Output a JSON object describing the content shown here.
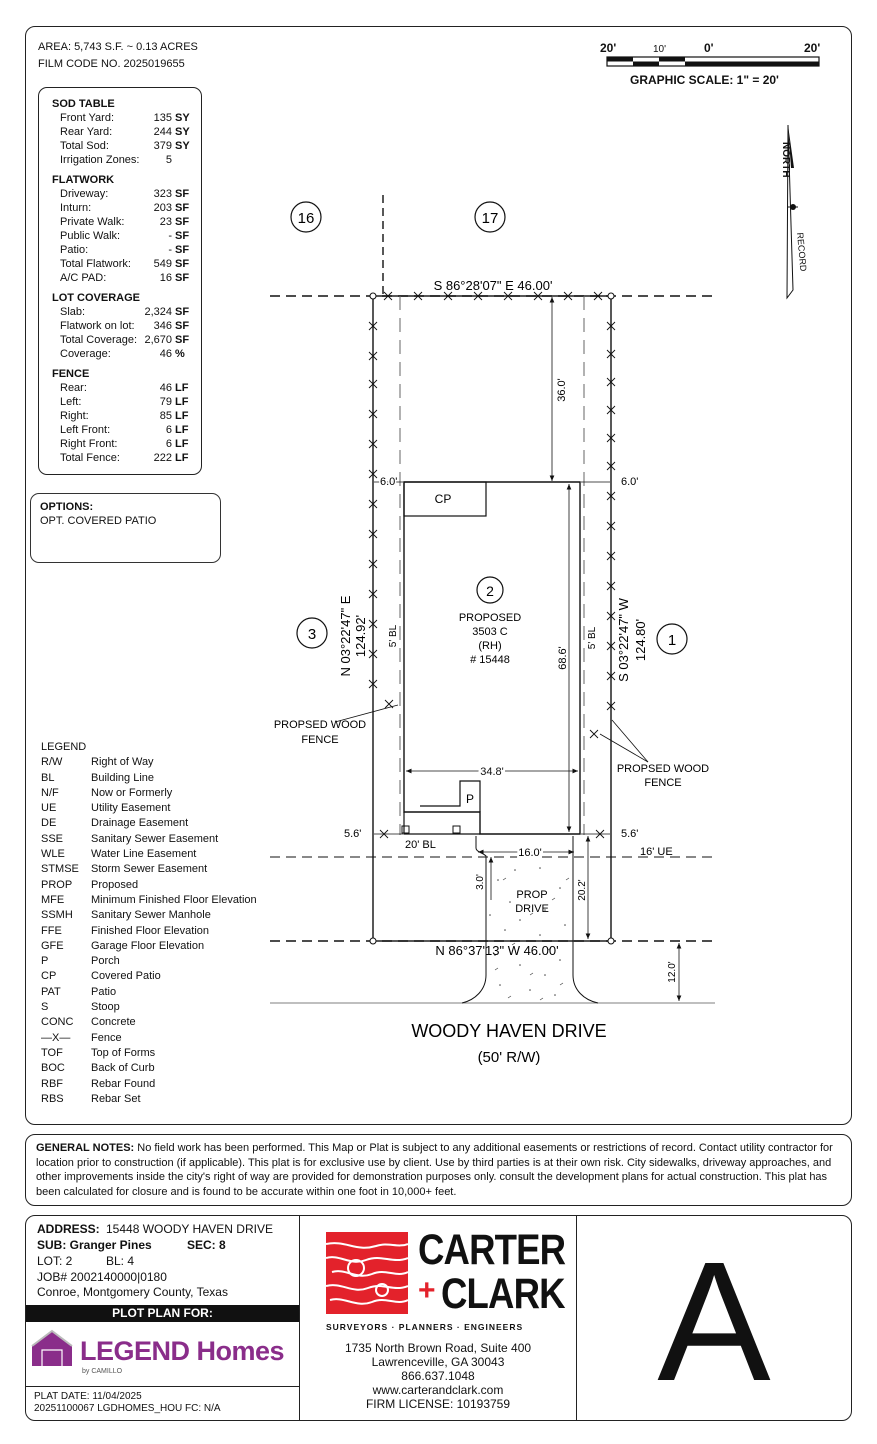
{
  "header": {
    "area": "AREA: 5,743 S.F. ~ 0.13 ACRES",
    "film_code": "FILM CODE NO. 2025019655"
  },
  "scale": {
    "labels": [
      "20'",
      "10'",
      "0'",
      "20'"
    ],
    "caption": "GRAPHIC SCALE: 1\" = 20'"
  },
  "north_arrow": {
    "north": "NORTH",
    "record": "RECORD"
  },
  "sod_table": {
    "sections": [
      {
        "title": "SOD TABLE",
        "rows": [
          {
            "label": "Front Yard:",
            "value": "135",
            "unit": "SY"
          },
          {
            "label": "Rear Yard:",
            "value": "244",
            "unit": "SY"
          },
          {
            "label": "Total Sod:",
            "value": "379",
            "unit": "SY"
          },
          {
            "label": "Irrigation Zones:",
            "value": "5",
            "unit": ""
          }
        ]
      },
      {
        "title": "FLATWORK",
        "rows": [
          {
            "label": "Driveway:",
            "value": "323",
            "unit": "SF"
          },
          {
            "label": "Inturn:",
            "value": "203",
            "unit": "SF"
          },
          {
            "label": "Private Walk:",
            "value": "23",
            "unit": "SF"
          },
          {
            "label": "Public Walk:",
            "value": "-",
            "unit": "SF"
          },
          {
            "label": "Patio:",
            "value": "-",
            "unit": "SF"
          },
          {
            "label": "Total Flatwork:",
            "value": "549",
            "unit": "SF"
          },
          {
            "label": "A/C PAD:",
            "value": "16",
            "unit": "SF"
          }
        ]
      },
      {
        "title": "LOT COVERAGE",
        "rows": [
          {
            "label": "Slab:",
            "value": "2,324",
            "unit": "SF"
          },
          {
            "label": "Flatwork on lot:",
            "value": "346",
            "unit": "SF"
          },
          {
            "label": "Total Coverage:",
            "value": "2,670",
            "unit": "SF"
          },
          {
            "label": "Coverage:",
            "value": "46",
            "unit": "%"
          }
        ]
      },
      {
        "title": "FENCE",
        "rows": [
          {
            "label": "Rear:",
            "value": "46",
            "unit": "LF"
          },
          {
            "label": "Left:",
            "value": "79",
            "unit": "LF"
          },
          {
            "label": "Right:",
            "value": "85",
            "unit": "LF"
          },
          {
            "label": "Left Front:",
            "value": "6",
            "unit": "LF"
          },
          {
            "label": "Right Front:",
            "value": "6",
            "unit": "LF"
          },
          {
            "label": "Total Fence:",
            "value": "222",
            "unit": "LF"
          }
        ]
      }
    ]
  },
  "options": {
    "title": "OPTIONS:",
    "item": "OPT. COVERED PATIO"
  },
  "legend": {
    "title": "LEGEND",
    "items": [
      {
        "abbr": "R/W",
        "def": "Right of Way"
      },
      {
        "abbr": "BL",
        "def": "Building Line"
      },
      {
        "abbr": "N/F",
        "def": "Now or Formerly"
      },
      {
        "abbr": "UE",
        "def": "Utility Easement"
      },
      {
        "abbr": "DE",
        "def": "Drainage Easement"
      },
      {
        "abbr": "SSE",
        "def": "Sanitary Sewer Easement"
      },
      {
        "abbr": "WLE",
        "def": "Water Line Easement"
      },
      {
        "abbr": "STMSE",
        "def": "Storm Sewer Easement"
      },
      {
        "abbr": "PROP",
        "def": "Proposed"
      },
      {
        "abbr": "MFE",
        "def": "Minimum Finished Floor Elevation"
      },
      {
        "abbr": "SSMH",
        "def": "Sanitary Sewer Manhole"
      },
      {
        "abbr": "FFE",
        "def": "Finished Floor Elevation"
      },
      {
        "abbr": "GFE",
        "def": "Garage Floor Elevation"
      },
      {
        "abbr": "P",
        "def": "Porch"
      },
      {
        "abbr": "CP",
        "def": "Covered Patio"
      },
      {
        "abbr": "PAT",
        "def": "Patio"
      },
      {
        "abbr": "S",
        "def": "Stoop"
      },
      {
        "abbr": "CONC",
        "def": "Concrete"
      },
      {
        "abbr": "—X—",
        "def": "Fence"
      },
      {
        "abbr": "TOF",
        "def": "Top of Forms"
      },
      {
        "abbr": "BOC",
        "def": "Back of Curb"
      },
      {
        "abbr": "RBF",
        "def": "Rebar Found"
      },
      {
        "abbr": "RBS",
        "def": "Rebar Set"
      }
    ]
  },
  "plat": {
    "lot_16": "16",
    "lot_17": "17",
    "lot_3": "3",
    "lot_1": "1",
    "lot_2": "2",
    "rear_bearing": "S 86°28'07\" E  46.00'",
    "front_bearing": "N 86°37'13\" W  46.00'",
    "left_bearing": "N 03°22'47\" E",
    "left_dist": "124.92'",
    "right_bearing": "S 03°22'47\" W",
    "right_dist": "124.80'",
    "rear_setback": "36.0'",
    "side_left_top": "6.0'",
    "side_right_top": "6.0'",
    "side_left_bottom": "5.6'",
    "side_right_bottom": "5.6'",
    "bl_left": "5' BL",
    "bl_right": "5' BL",
    "house_depth": "68.6'",
    "house_width": "34.8'",
    "front_bl": "20' BL",
    "drive_width": "16.0'",
    "ue": "16' UE",
    "drive_dim1": "3.0'",
    "drive_dim2": "20.2'",
    "street_dim": "12.0'",
    "cp": "CP",
    "p": "P",
    "house_lines": [
      "PROPOSED",
      "3503 C",
      "(RH)",
      "# 15448"
    ],
    "fence_left": [
      "PROPSED WOOD",
      "FENCE"
    ],
    "fence_right": [
      "PROPSED WOOD",
      "FENCE"
    ],
    "drive_label": [
      "PROP",
      "DRIVE"
    ],
    "street_name": "WOODY HAVEN DRIVE",
    "street_row": "(50' R/W)"
  },
  "notes": {
    "label": "GENERAL NOTES:",
    "text": " No field work has been performed. This Map or Plat is subject to any additional easements or restrictions of record. Contact utility contractor for location prior to construction (if applicable). This plat is for exclusive use by client. Use by third parties is at their own risk. City sidewalks, driveway approaches, and other improvements inside the city's right of way are provided for demonstration purposes only. consult the development plans for actual construction. This plat has been calculated for closure and is found to be accurate within one foot in 10,000+ feet."
  },
  "title_block": {
    "address_label": "ADDRESS:",
    "address": "15448 WOODY HAVEN DRIVE",
    "sub": "SUB: Granger Pines",
    "sec": "SEC: 8",
    "lot": "LOT: 2",
    "bl": "BL: 4",
    "job": "JOB# 2002140000|0180",
    "location": "Conroe, Montgomery County,  Texas",
    "plot_plan": "PLOT PLAN FOR:",
    "client_logo": "LEGEND Homes",
    "client_sub": "by CAMILLO",
    "plat_date": "PLAT DATE:  11/04/2025",
    "codes": "20251100067  LGDHOMES_HOU  FC: N/A"
  },
  "company": {
    "line1": "CARTER",
    "line2": "CLARK",
    "plus": "+",
    "tagline": "SURVEYORS · PLANNERS · ENGINEERS",
    "address1": "1735 North Brown Road, Suite 400",
    "address2": "Lawrenceville, GA 30043",
    "phone": "866.637.1048",
    "web": "www.carterandclark.com",
    "license": "FIRM LICENSE: 10193759",
    "brand_color": "#e3222b"
  },
  "sheet_letter": "A",
  "colors": {
    "legend_purple": "#8a2d8a"
  }
}
